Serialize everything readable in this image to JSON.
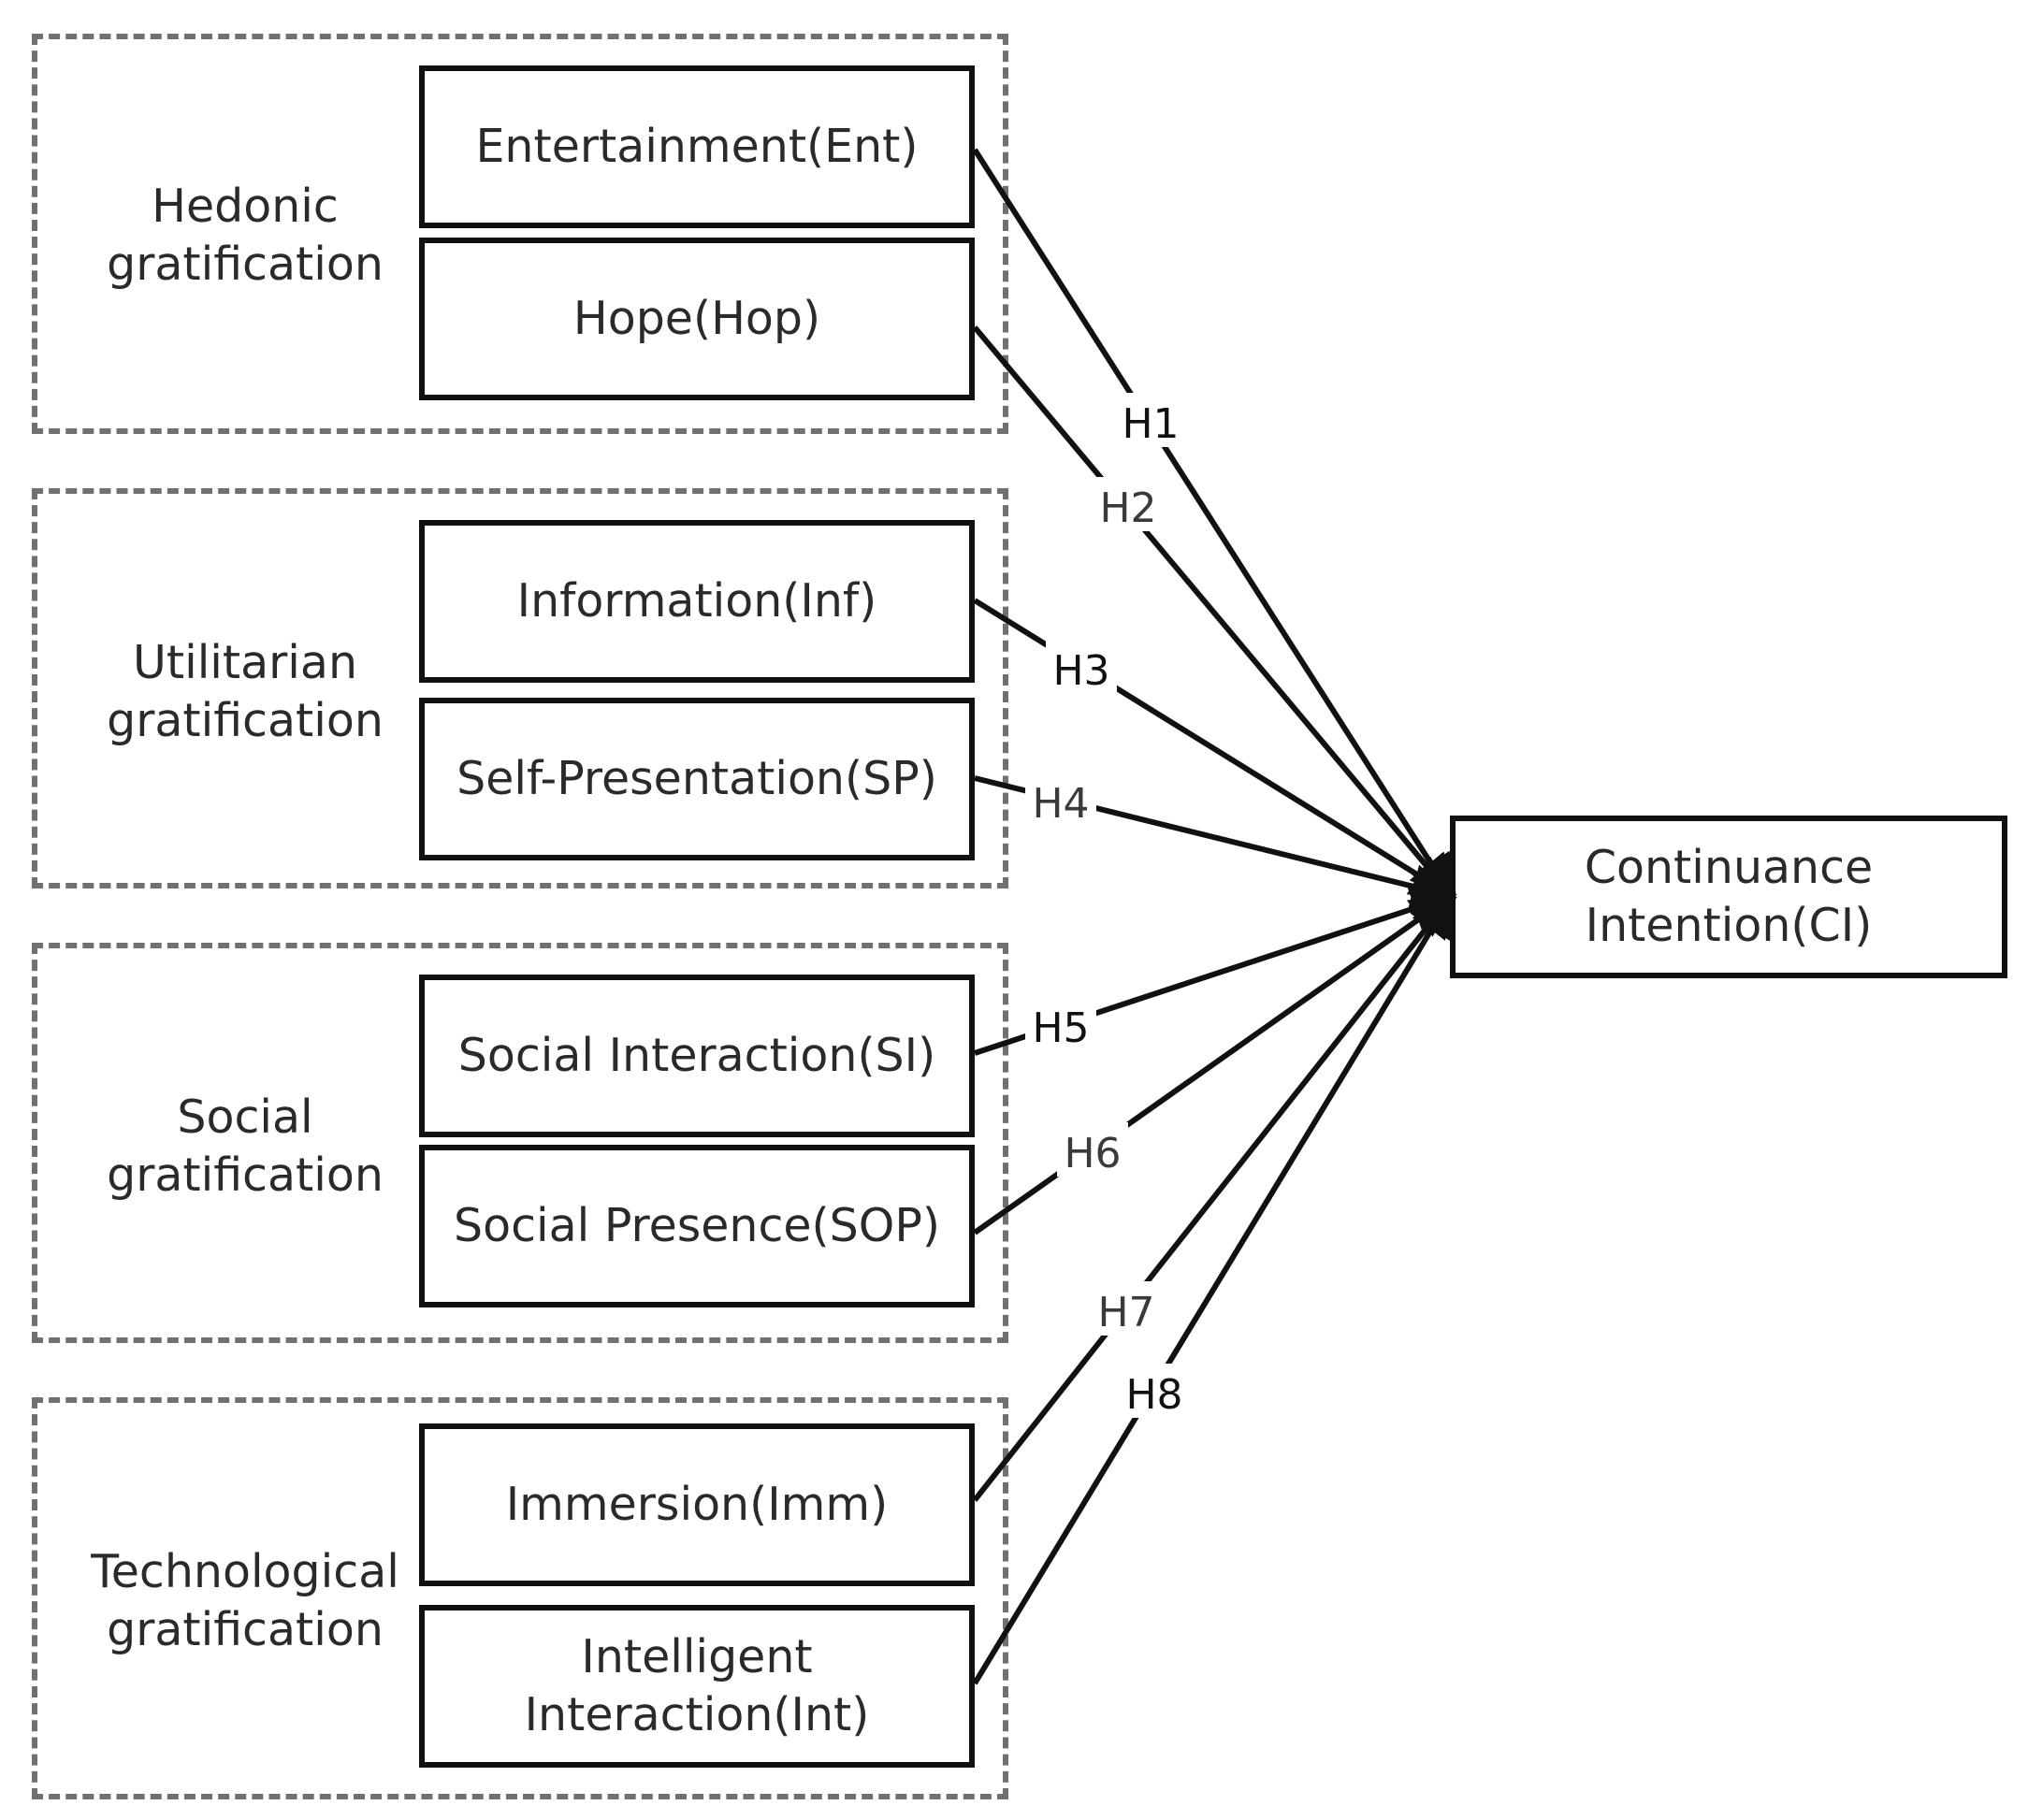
{
  "groups": [
    {
      "id": "hedonic",
      "label": "Hedonic\ngratification"
    },
    {
      "id": "utilitarian",
      "label": "Utilitarian\ngratification"
    },
    {
      "id": "social",
      "label": "Social\ngratification"
    },
    {
      "id": "technological",
      "label": "Technological\ngratification"
    }
  ],
  "constructs": {
    "ent": "Entertainment(Ent)",
    "hop": "Hope(Hop)",
    "inf": "Information(Inf)",
    "sp": "Self-Presentation(SP)",
    "si": "Social Interaction(SI)",
    "sop": "Social Presence(SOP)",
    "imm": "Immersion(Imm)",
    "int": "Intelligent\nInteraction(Int)"
  },
  "outcome": "Continuance\nIntention(CI)",
  "hypotheses": [
    "H1",
    "H2",
    "H3",
    "H4",
    "H5",
    "H6",
    "H7",
    "H8"
  ]
}
